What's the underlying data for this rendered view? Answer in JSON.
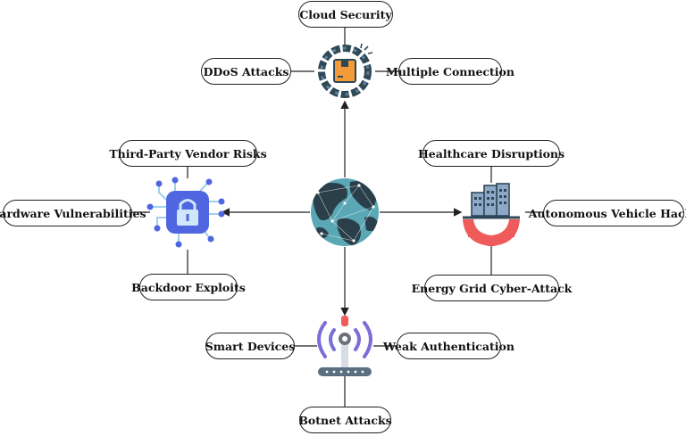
{
  "labels": {
    "cloud_security": "Cloud Security",
    "ddos_attacks": "DDoS Attacks",
    "multiple_connection": "Multiple Connection",
    "third_party_vendor_risks": "Third-Party Vendor Risks",
    "hardware_vulnerabilities": "Hardware Vulnerabilities",
    "backdoor_exploits": "Backdoor Exploits",
    "healthcare_disruptions": "Healthcare Disruptions",
    "autonomous_vehicle_hacks": "Autonomous Vehicle Hacks",
    "energy_grid_cyber_attack": "Energy Grid Cyber-Attack",
    "smart_devices": "Smart Devices",
    "weak_authentication": "Weak Authentication",
    "botnet_attacks": "Botnet Attacks"
  },
  "icons": {
    "center": "globe-icon",
    "top": "chain-package-icon",
    "left": "circuit-lock-icon",
    "right": "city-gear-icon",
    "bottom": "wifi-router-icon"
  },
  "colors": {
    "line": "#222222",
    "chain": "#2f4858",
    "box": "#f29b38",
    "lock": "#4f66e0",
    "gear": "#ef5a5a",
    "ocean": "#5aa7b5",
    "land": "#2a3f4a",
    "signal": "#7a6fd6"
  }
}
